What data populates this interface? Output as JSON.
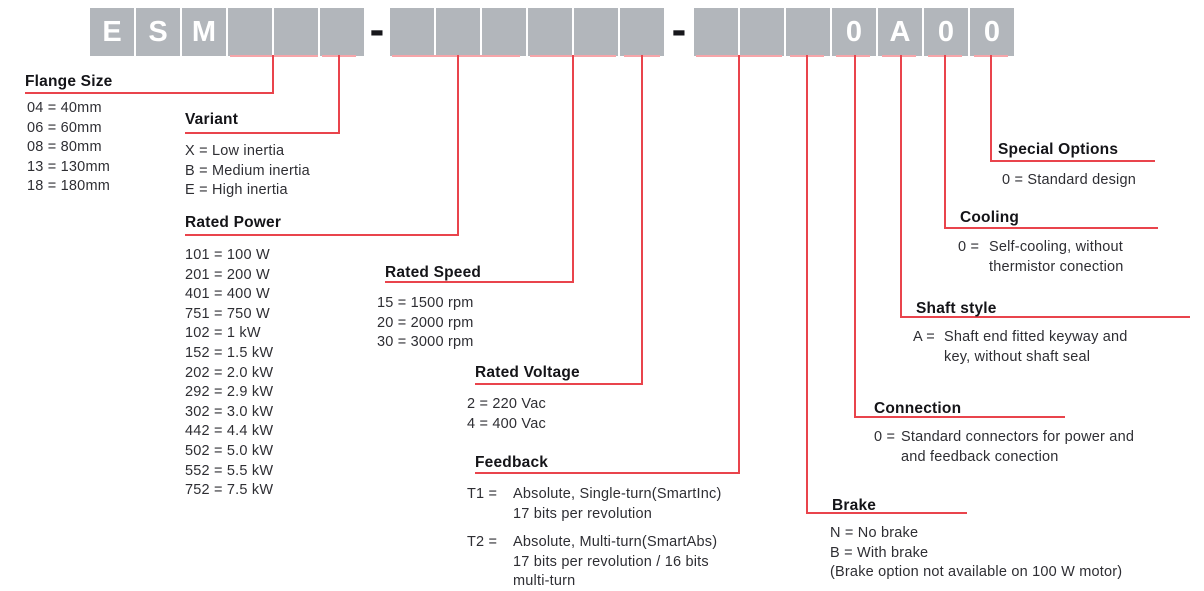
{
  "code": {
    "separator": "-",
    "group1": [
      "E",
      "S",
      "M",
      "",
      "",
      ""
    ],
    "group2": [
      "",
      "",
      "",
      "",
      "",
      ""
    ],
    "group3": [
      "",
      "",
      "",
      "0",
      "A",
      "0",
      "0"
    ]
  },
  "sections": {
    "flange_size": {
      "title": "Flange Size",
      "items": [
        "04 = 40mm",
        "06 = 60mm",
        "08 = 80mm",
        "13 = 130mm",
        "18 = 180mm"
      ]
    },
    "variant": {
      "title": "Variant",
      "items": [
        "X = Low inertia",
        "B = Medium inertia",
        "E = High inertia"
      ]
    },
    "rated_power": {
      "title": "Rated Power",
      "items": [
        "101 = 100 W",
        "201 = 200 W",
        "401 = 400 W",
        "751 = 750 W",
        "102 = 1 kW",
        "152 = 1.5 kW",
        "202 = 2.0 kW",
        "292 = 2.9 kW",
        "302 = 3.0 kW",
        "442 = 4.4 kW",
        "502 = 5.0 kW",
        "552 = 5.5 kW",
        "752 = 7.5 kW"
      ]
    },
    "rated_speed": {
      "title": "Rated Speed",
      "items": [
        "15 = 1500 rpm",
        "20 = 2000 rpm",
        "30 = 3000 rpm"
      ]
    },
    "rated_voltage": {
      "title": "Rated Voltage",
      "items": [
        "2 = 220 Vac",
        "4 = 400 Vac"
      ]
    },
    "feedback": {
      "title": "Feedback",
      "entries": [
        {
          "code": "T1 =",
          "lines": [
            "Absolute, Single-turn(SmartInc)",
            "17 bits per revolution"
          ]
        },
        {
          "code": "T2 =",
          "lines": [
            "Absolute, Multi-turn(SmartAbs)",
            "17 bits per revolution / 16 bits",
            "multi-turn"
          ]
        }
      ]
    },
    "brake": {
      "title": "Brake",
      "items": [
        "N = No brake",
        "B = With brake",
        "(Brake option not available on 100 W motor)"
      ]
    },
    "connection": {
      "title": "Connection",
      "code": "0 =",
      "lines": [
        "Standard connectors for power and",
        "and feedback conection"
      ]
    },
    "shaft_style": {
      "title": "Shaft style",
      "code": "A =",
      "lines": [
        "Shaft end fitted keyway and",
        "key, without shaft seal"
      ]
    },
    "cooling": {
      "title": "Cooling",
      "code": "0 =",
      "lines": [
        "Self-cooling, without",
        "thermistor conection"
      ]
    },
    "special_options": {
      "title": "Special Options",
      "items": [
        "0 = Standard design"
      ]
    }
  },
  "colors": {
    "box_gray": "#b2b6bb",
    "accent_red": "#e9444c",
    "accent_pink": "#f6a5a9",
    "code_text": "#ffffff",
    "dash": "#17171b"
  }
}
